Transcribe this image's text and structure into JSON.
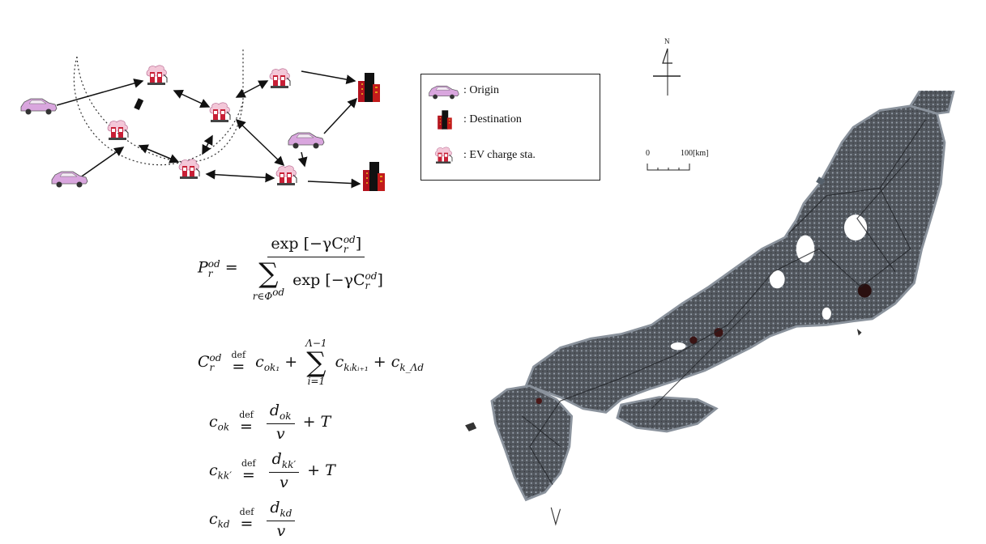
{
  "legend": {
    "items": [
      {
        "icon": "car-icon",
        "label": ": Origin"
      },
      {
        "icon": "building-icon",
        "label": ": Destination"
      },
      {
        "icon": "charge-station-icon",
        "label": ": EV charge sta."
      }
    ]
  },
  "map": {
    "north_label": "N",
    "scale_start": "0",
    "scale_end": "100[km]"
  },
  "equations": {
    "e1": {
      "lhs": "P",
      "lhs_sup": "od",
      "lhs_sub": "r",
      "num": "exp [−γC",
      "num_sup": "od",
      "num_sub": "r",
      "num_tail": "]",
      "sum_lower": "r∈Φ",
      "sum_lower_sup": "od",
      "den": "exp [−γC",
      "den_sup": "od",
      "den_sub": "r",
      "den_tail": "]"
    },
    "e2": {
      "lhs": "C",
      "lhs_sup": "od",
      "lhs_sub": "r",
      "def": "def",
      "t1": "c",
      "t1_sub": "ok₁",
      "plus": "+",
      "sum_upper": "Λ−1",
      "sum_lower": "i=1",
      "t2": "c",
      "t2_sub": "kᵢkᵢ₊₁",
      "t3": "c",
      "t3_sub": "k_Λd"
    },
    "e3": {
      "lhs": "c",
      "lhs_sub": "ok",
      "def": "def",
      "num": "d",
      "num_sub": "ok",
      "den": "v",
      "tail": "+ T"
    },
    "e4": {
      "lhs": "c",
      "lhs_sub": "kk′",
      "def": "def",
      "num": "d",
      "num_sub": "kk′",
      "den": "v",
      "tail": "+ T"
    },
    "e5": {
      "lhs": "c",
      "lhs_sub": "kd",
      "def": "def",
      "num": "d",
      "num_sub": "kd",
      "den": "v"
    }
  }
}
